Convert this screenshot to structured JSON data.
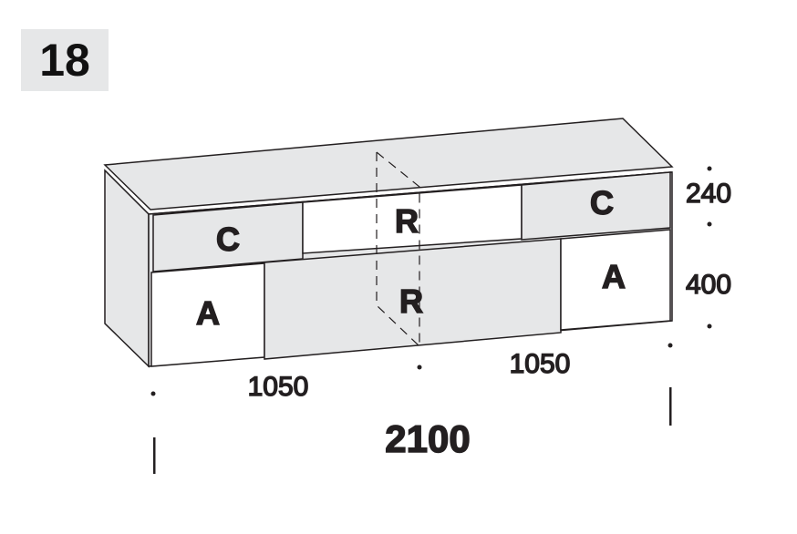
{
  "figure_number": "18",
  "modules": {
    "c_left": "C",
    "r_top": "R",
    "c_right": "C",
    "a_left": "A",
    "r_bottom": "R",
    "a_right": "A"
  },
  "dimensions": {
    "height_top": "240",
    "height_bottom": "400",
    "width_left": "1050",
    "width_right": "1050",
    "total_width": "2100"
  },
  "colors": {
    "panel": "#e6e7e8",
    "line": "#231f20"
  }
}
